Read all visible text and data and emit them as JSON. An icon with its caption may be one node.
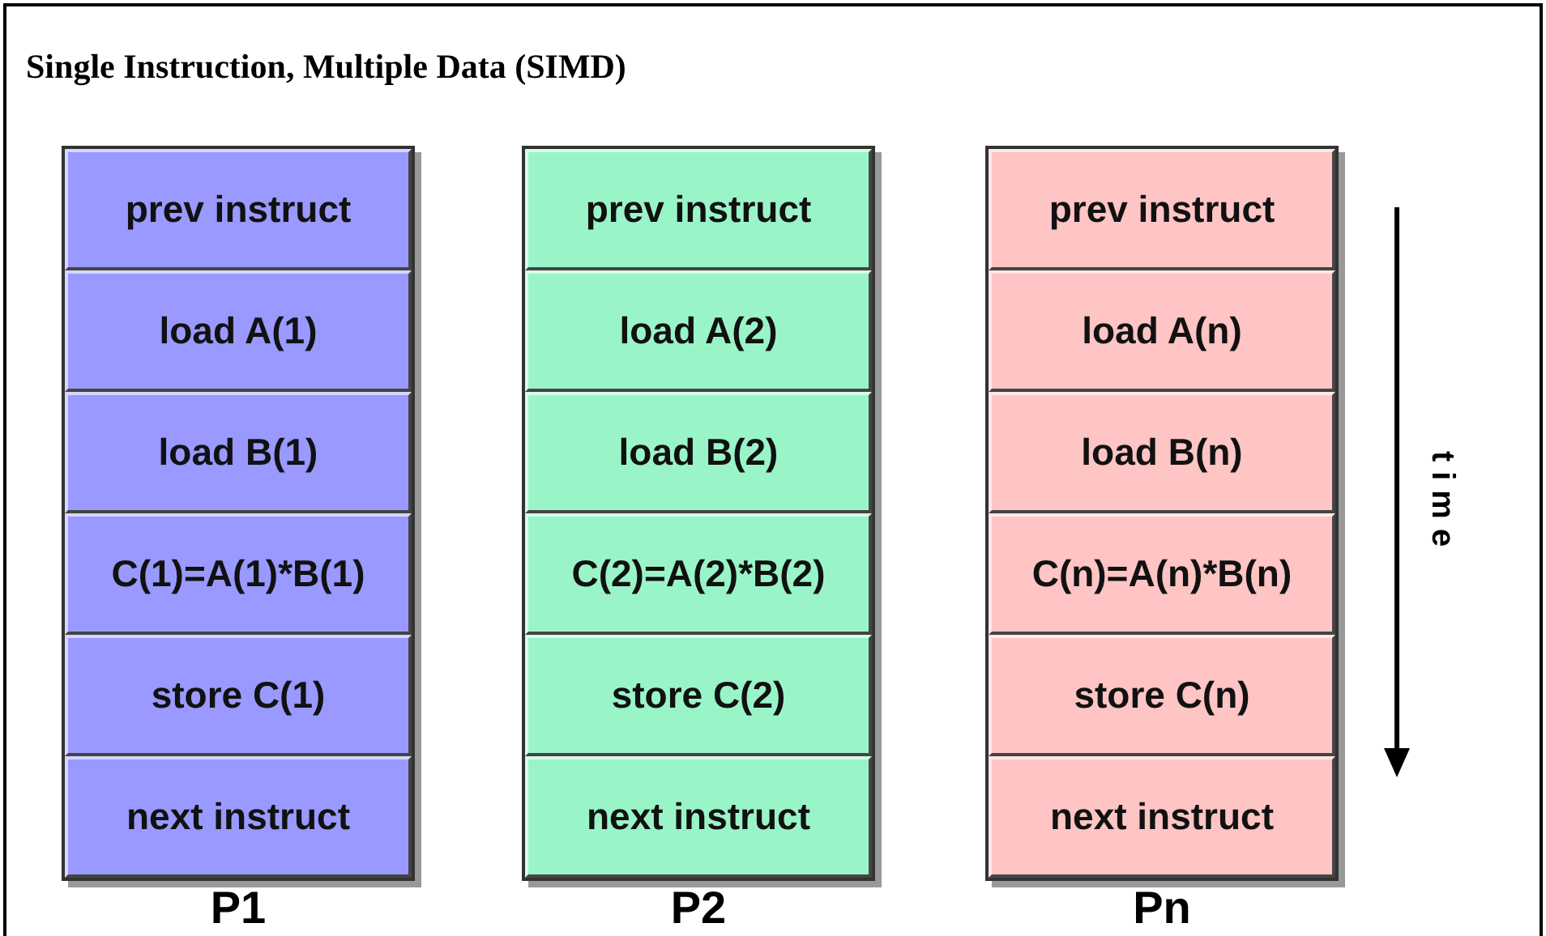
{
  "diagram": {
    "title": "Single Instruction, Multiple Data (SIMD)",
    "nodes": [
      {
        "text": [
          "P1"
        ]
      },
      {
        "text": [
          "prev instruct"
        ],
        "in": 0
      },
      {
        "text": [
          "load A(1)"
        ],
        "in": 0
      },
      {
        "text": [
          "load B(1)"
        ],
        "in": 0
      },
      {
        "text": [
          "C(1)=A(1)*B(1)"
        ],
        "in": 0
      },
      {
        "text": [
          "store C(1)"
        ],
        "in": 0
      },
      {
        "text": [
          "next instruct"
        ],
        "in": 0
      },
      {
        "text": [
          "P2"
        ]
      },
      {
        "text": [
          "prev instruct"
        ],
        "in": 7
      },
      {
        "text": [
          "load A(2)"
        ],
        "in": 7
      },
      {
        "text": [
          "load B(2)"
        ],
        "in": 7
      },
      {
        "text": [
          "C(2)=A(2)*B(2)"
        ],
        "in": 7
      },
      {
        "text": [
          "store C(2)"
        ],
        "in": 7
      },
      {
        "text": [
          "next instruct"
        ],
        "in": 7
      },
      {
        "text": [
          "Pn"
        ]
      },
      {
        "text": [
          "prev instruct"
        ],
        "in": 14
      },
      {
        "text": [
          "load A(n)"
        ],
        "in": 14
      },
      {
        "text": [
          "load B(n)"
        ],
        "in": 14
      },
      {
        "text": [
          "C(n)=A(n)*B(n)"
        ],
        "in": 14
      },
      {
        "text": [
          "store C(n)"
        ],
        "in": 14
      },
      {
        "text": [
          "next instruct"
        ],
        "in": 14
      }
    ],
    "labels": [
      "time"
    ]
  }
}
